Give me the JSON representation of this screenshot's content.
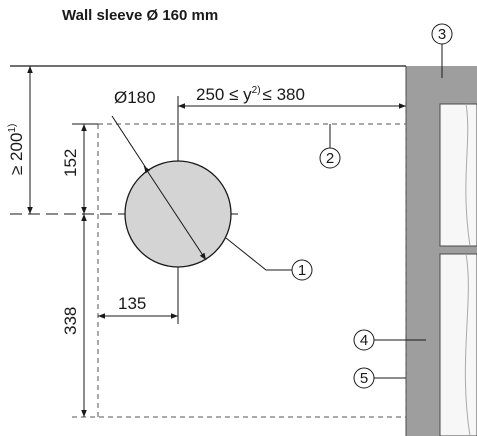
{
  "title": "Wall sleeve Ø 160 mm",
  "dimensions": {
    "diameter": "Ø180",
    "wall_distance": "250 ≤ y",
    "wall_distance_sup": "2)",
    "wall_distance_max": "≤ 380",
    "height_min": "≥ 200",
    "height_min_sup": "1)",
    "upper": "152",
    "lower": "338",
    "side": "135"
  },
  "callouts": {
    "c1": "1",
    "c2": "2",
    "c3": "3",
    "c4": "4",
    "c5": "5"
  },
  "colors": {
    "wall": "#9e9e9e",
    "sleeve_fill": "#d4d4d4",
    "line": "#1a1a1a",
    "panel": "#f7f7f7"
  }
}
